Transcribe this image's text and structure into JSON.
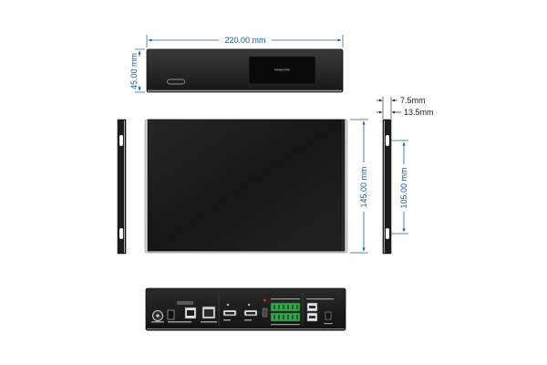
{
  "colors": {
    "dimension": "#1a5f9c",
    "callout": "#1a1a1a",
    "body": "#1c1c1c",
    "top_face": "#3a3a3a",
    "silver": "#c8c8c8",
    "screen": "#0d0d0d",
    "terminal_green": "#3aa34a"
  },
  "dimensions": {
    "width": "220.00 mm",
    "front_height": "45.00 mm",
    "depth": "145.00 mm",
    "bracket_hole_spacing": "105.00 mm",
    "bracket_offset_a": "7.5mm",
    "bracket_offset_b": "13.5mm"
  },
  "views": {
    "front_display_text": "HW-MIX-6706"
  }
}
